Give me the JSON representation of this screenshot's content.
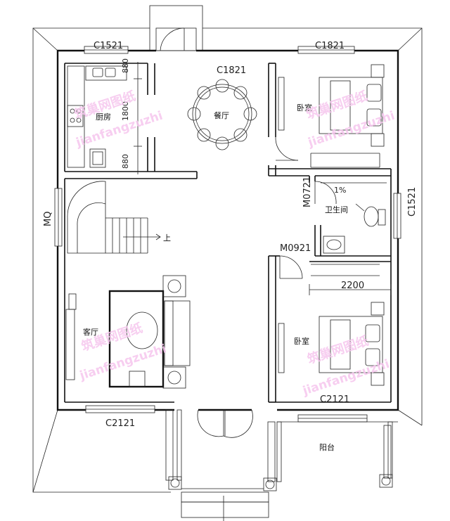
{
  "windows": {
    "kitchen_top": "C1521",
    "bedroom_top": "C1821",
    "dining_top": "C1821",
    "right_side": "C1521",
    "bedroom_bottom": "C2121",
    "living_bottom": "C2121"
  },
  "doors": {
    "bath": "M0721",
    "bedroom2": "M0921",
    "stair_wall": "MQ"
  },
  "dimensions": {
    "kitchen_upper": "880",
    "kitchen_mid": "1800",
    "kitchen_lower": "880",
    "bath_width": "2200",
    "slope": "1%"
  },
  "rooms": {
    "kitchen": "厨房",
    "dining": "餐厅",
    "bedroom1": "卧室",
    "bath": "卫生间",
    "living": "客厅",
    "bedroom2": "卧室",
    "balcony": "阳台",
    "stair_up": "上"
  },
  "watermark": {
    "cn": "筑巢网图纸",
    "en": "jianfangzuzhi"
  }
}
